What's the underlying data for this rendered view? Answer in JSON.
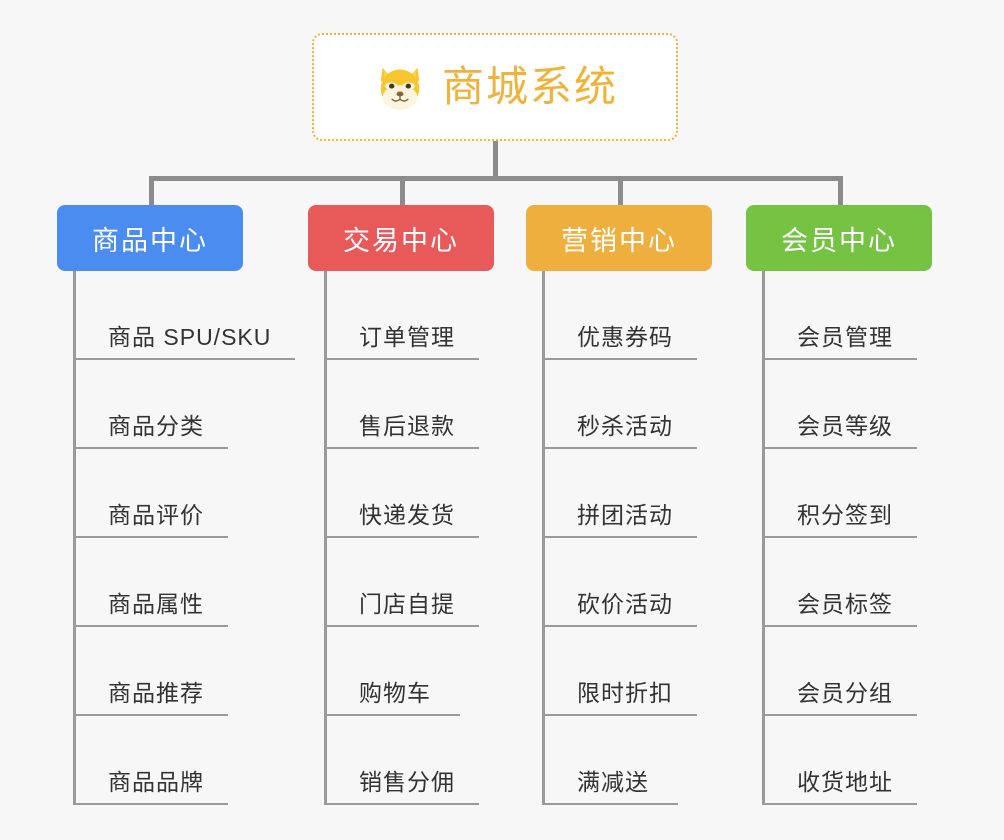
{
  "page": {
    "background_color": "#f7f7f7",
    "line_color": "#8c8c8c"
  },
  "root": {
    "title": "商城系统",
    "icon": "shiba-dog-face-emoji",
    "accent_color": "#f0b33a",
    "border_style": "dotted"
  },
  "columns": [
    {
      "header": "商品中心",
      "color": "#4a8cf0",
      "items": [
        "商品 SPU/SKU",
        "商品分类",
        "商品评价",
        "商品属性",
        "商品推荐",
        "商品品牌"
      ]
    },
    {
      "header": "交易中心",
      "color": "#e8595a",
      "items": [
        "订单管理",
        "售后退款",
        "快递发货",
        "门店自提",
        "购物车",
        "销售分佣"
      ]
    },
    {
      "header": "营销中心",
      "color": "#eeaf3e",
      "items": [
        "优惠券码",
        "秒杀活动",
        "拼团活动",
        "砍价活动",
        "限时折扣",
        "满减送"
      ]
    },
    {
      "header": "会员中心",
      "color": "#76c344",
      "items": [
        "会员管理",
        "会员等级",
        "积分签到",
        "会员标签",
        "会员分组",
        "收货地址"
      ]
    }
  ]
}
